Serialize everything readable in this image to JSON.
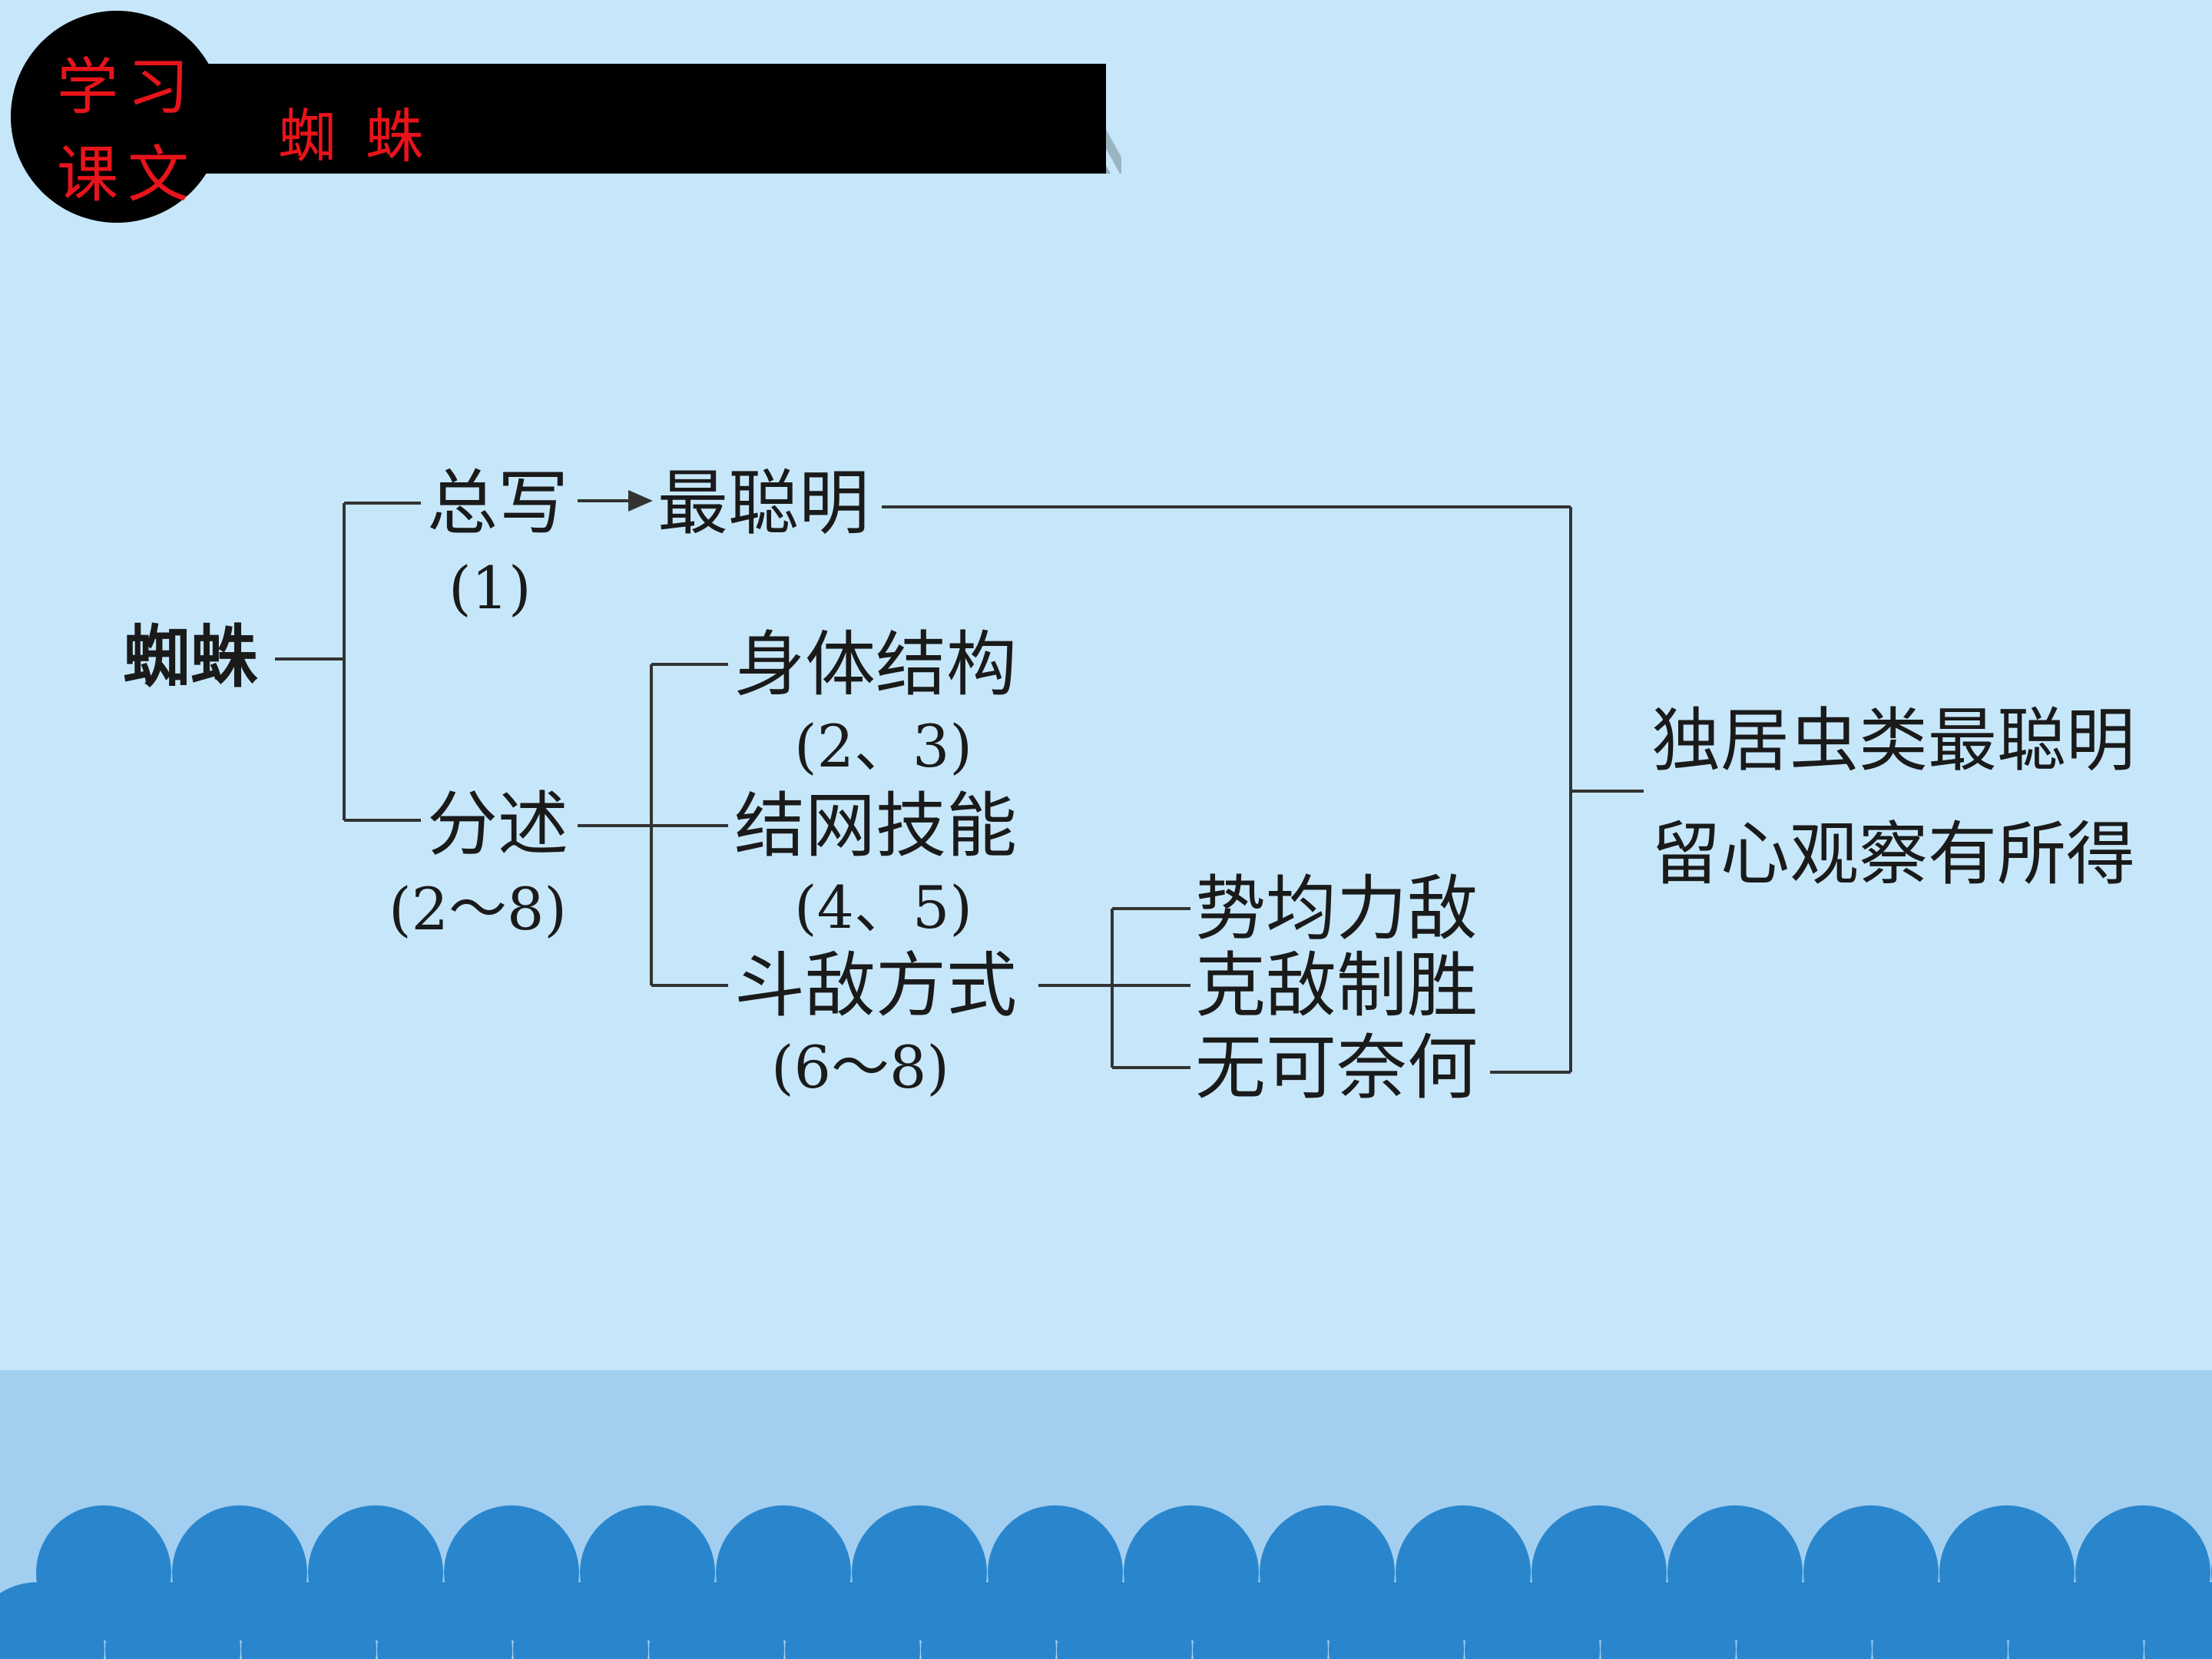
{
  "header": {
    "badge_chars": [
      "学",
      "习",
      "课",
      "文"
    ],
    "lesson_title": "蜘蛛"
  },
  "diagram": {
    "root": "蜘蛛",
    "general": {
      "label": "总写",
      "paragraphs": "(1)",
      "result": "最聪明"
    },
    "detail": {
      "label": "分述",
      "paragraphs": "(2～8)"
    },
    "sub_items": [
      {
        "label": "身体结构",
        "paragraphs": "(2、3)"
      },
      {
        "label": "结网技能",
        "paragraphs": "(4、5)"
      },
      {
        "label": "斗敌方式",
        "paragraphs": "(6～8)"
      }
    ],
    "fight_items": [
      "势均力敌",
      "克敌制胜",
      "无可奈何"
    ],
    "conclusion": [
      "独居虫类最聪明",
      "留心观察有所得"
    ]
  },
  "colors": {
    "background": "#c6e7f9",
    "bottom_band": "#a2cff0",
    "wave": "#2a86cc",
    "header_black": "#000000",
    "header_red": "#e8141b",
    "line": "#333333"
  }
}
